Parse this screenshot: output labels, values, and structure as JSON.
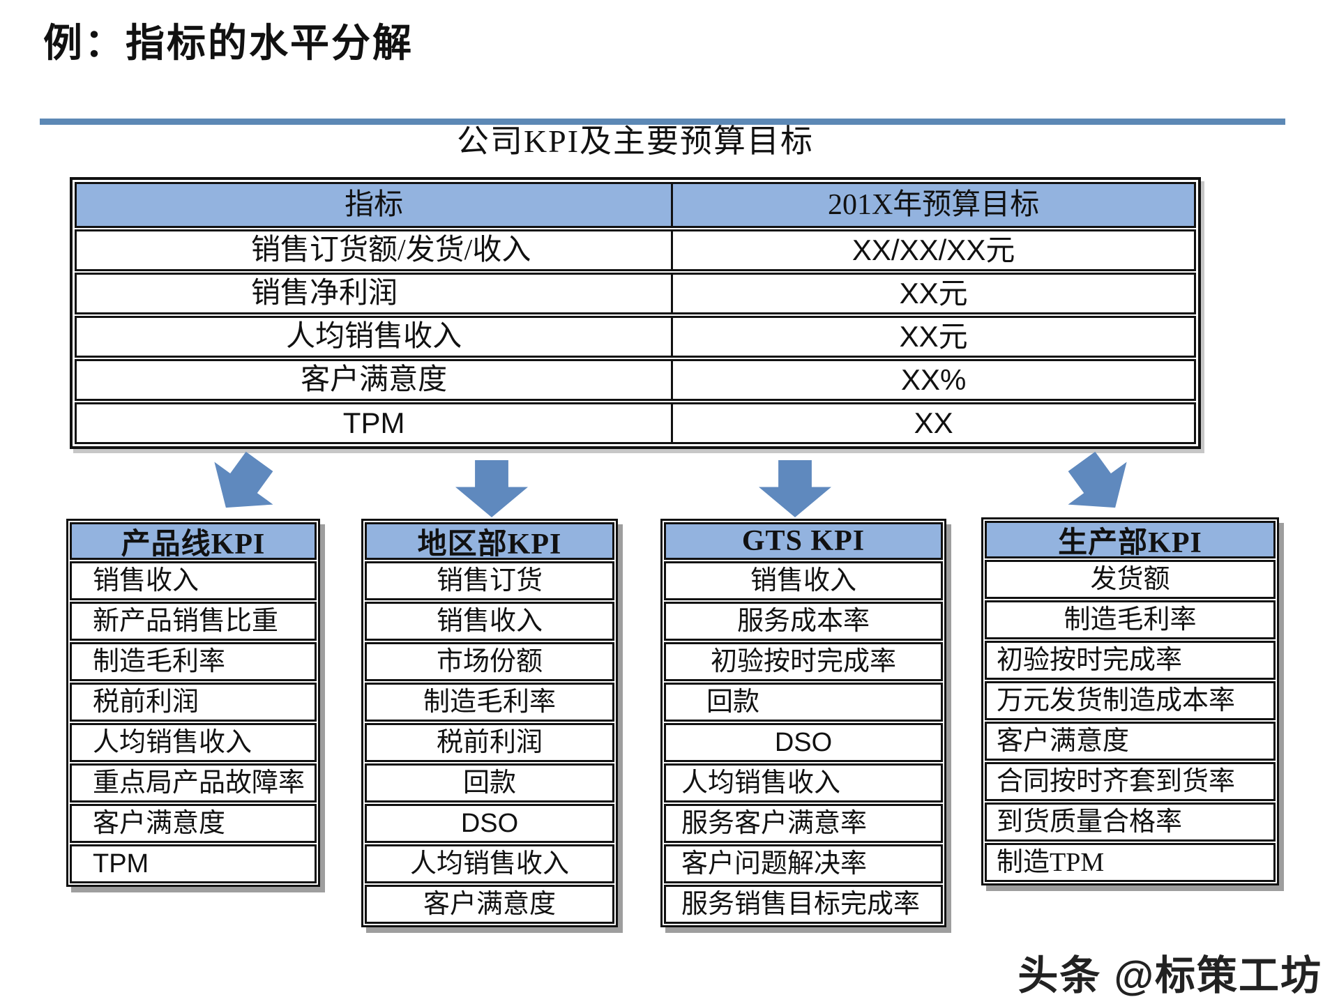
{
  "page": {
    "title": "例：指标的水平分解",
    "watermark": "头条 @标策工坊"
  },
  "colors": {
    "accent_blue": "#5C88B5",
    "table_header_fill": "#93B3DF",
    "arrow_fill": "#5F89BE",
    "border": "#111111"
  },
  "main_table": {
    "title": "公司KPI及主要预算目标",
    "columns": [
      "指标",
      "201X年预算目标"
    ],
    "rows": [
      {
        "indicator": "销售订货额/发货/收入",
        "target": "XX/XX/XX元"
      },
      {
        "indicator": "销售净利润",
        "target": "XX元"
      },
      {
        "indicator": "人均销售收入",
        "target": "XX元"
      },
      {
        "indicator": "客户满意度",
        "target": "XX%"
      },
      {
        "indicator": "TPM",
        "target": "XX"
      }
    ]
  },
  "sub_tables": [
    {
      "title": "产品线KPI",
      "rows": [
        "销售收入",
        "新产品销售比重",
        "制造毛利率",
        "税前利润",
        "人均销售收入",
        "重点局产品故障率",
        "客户满意度",
        "TPM"
      ]
    },
    {
      "title": "地区部KPI",
      "rows": [
        "销售订货",
        "销售收入",
        "市场份额",
        "制造毛利率",
        "税前利润",
        "回款",
        "DSO",
        "人均销售收入",
        "客户满意度"
      ]
    },
    {
      "title": "GTS KPI",
      "rows": [
        "销售收入",
        "服务成本率",
        "初验按时完成率",
        "回款",
        "DSO",
        "人均销售收入",
        "服务客户满意率",
        "客户问题解决率",
        "服务销售目标完成率"
      ]
    },
    {
      "title": "生产部KPI",
      "rows": [
        "发货额",
        "制造毛利率",
        "初验按时完成率",
        "万元发货制造成本率",
        "客户满意度",
        "合同按时齐套到货率",
        "到货质量合格率",
        "制造TPM"
      ]
    }
  ]
}
